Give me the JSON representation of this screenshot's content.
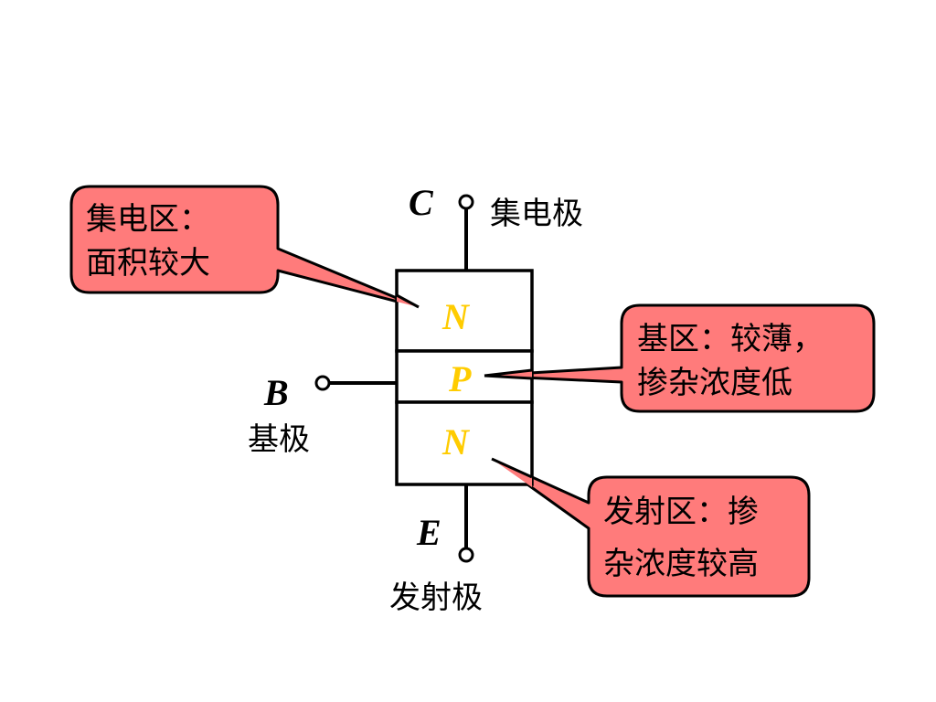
{
  "colors": {
    "callout_fill": "#ff7b7b",
    "callout_stroke": "#000000",
    "region_letter": "#ffcc00",
    "wire": "#000000"
  },
  "regions": {
    "collector": "N",
    "base": "P",
    "emitter": "N"
  },
  "terminals": {
    "collector": {
      "letter": "C",
      "name": "集电极"
    },
    "base": {
      "letter": "B",
      "name": "基极"
    },
    "emitter": {
      "letter": "E",
      "name": "发射极"
    }
  },
  "callouts": {
    "collector": {
      "line1": "集电区：",
      "line2": "面积较大"
    },
    "base": {
      "line1": "基区：较薄，",
      "line2": "掺杂浓度低"
    },
    "emitter": {
      "line1": "发射区：掺",
      "line2": "杂浓度较高"
    }
  }
}
